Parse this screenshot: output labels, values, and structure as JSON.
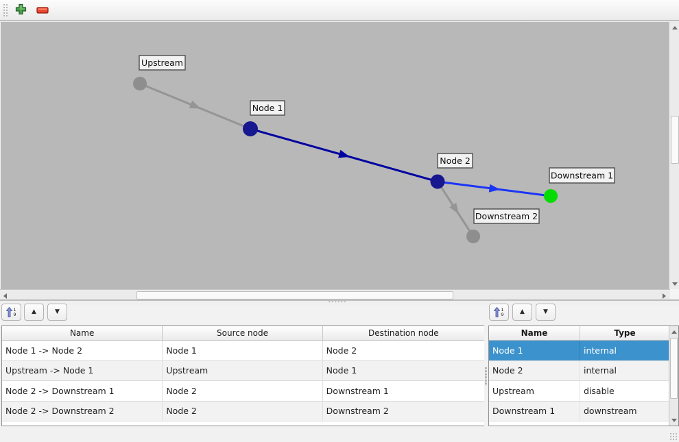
{
  "toolbar": {
    "add_color": "#4c9e4c",
    "remove_color": "#e8442c"
  },
  "graph": {
    "canvas_color": "#b8b8b8",
    "nodes": [
      {
        "label": "Upstream",
        "color": "#8e8e8e"
      },
      {
        "label": "Node 1",
        "color": "#17178f"
      },
      {
        "label": "Node 2",
        "color": "#17178f"
      },
      {
        "label": "Downstream 1",
        "color": "#04dc04"
      },
      {
        "label": "Downstream 2",
        "color": "#8e8e8e"
      }
    ],
    "edges": [
      {
        "name": "Upstream -> Node 1",
        "color": "#959595"
      },
      {
        "name": "Node 1 -> Node 2",
        "color": "#0000a0"
      },
      {
        "name": "Node 2 -> Downstream 1",
        "color": "#1b35f5"
      },
      {
        "name": "Node 2 -> Downstream 2",
        "color": "#959595"
      }
    ],
    "label_bg": "#f2f2f2",
    "label_border": "#4d4d4d"
  },
  "edge_panel": {
    "sort_digit_top": "1",
    "sort_digit_bottom": "9",
    "up_glyph": "▲",
    "down_glyph": "▼",
    "table": {
      "headers": [
        "Name",
        "Source node",
        "Destination node"
      ],
      "rows": [
        {
          "name": "Node 1 -> Node 2",
          "source": "Node 1",
          "destination": "Node 2"
        },
        {
          "name": "Upstream -> Node 1",
          "source": "Upstream",
          "destination": "Node 1"
        },
        {
          "name": "Node 2 -> Downstream 1",
          "source": "Node 2",
          "destination": "Downstream 1"
        },
        {
          "name": "Node 2 -> Downstream 2",
          "source": "Node 2",
          "destination": "Downstream 2"
        }
      ]
    }
  },
  "node_panel": {
    "sort_digit_top": "1",
    "sort_digit_bottom": "9",
    "up_glyph": "▲",
    "down_glyph": "▼",
    "selection_color": "#3b92cc",
    "table": {
      "headers": [
        "Name",
        "Type"
      ],
      "rows": [
        {
          "name": "Node 1",
          "type": "internal",
          "selected": true
        },
        {
          "name": "Node 2",
          "type": "internal",
          "selected": false
        },
        {
          "name": "Upstream",
          "type": "disable",
          "selected": false
        },
        {
          "name": "Downstream 1",
          "type": "downstream",
          "selected": false
        }
      ]
    }
  }
}
